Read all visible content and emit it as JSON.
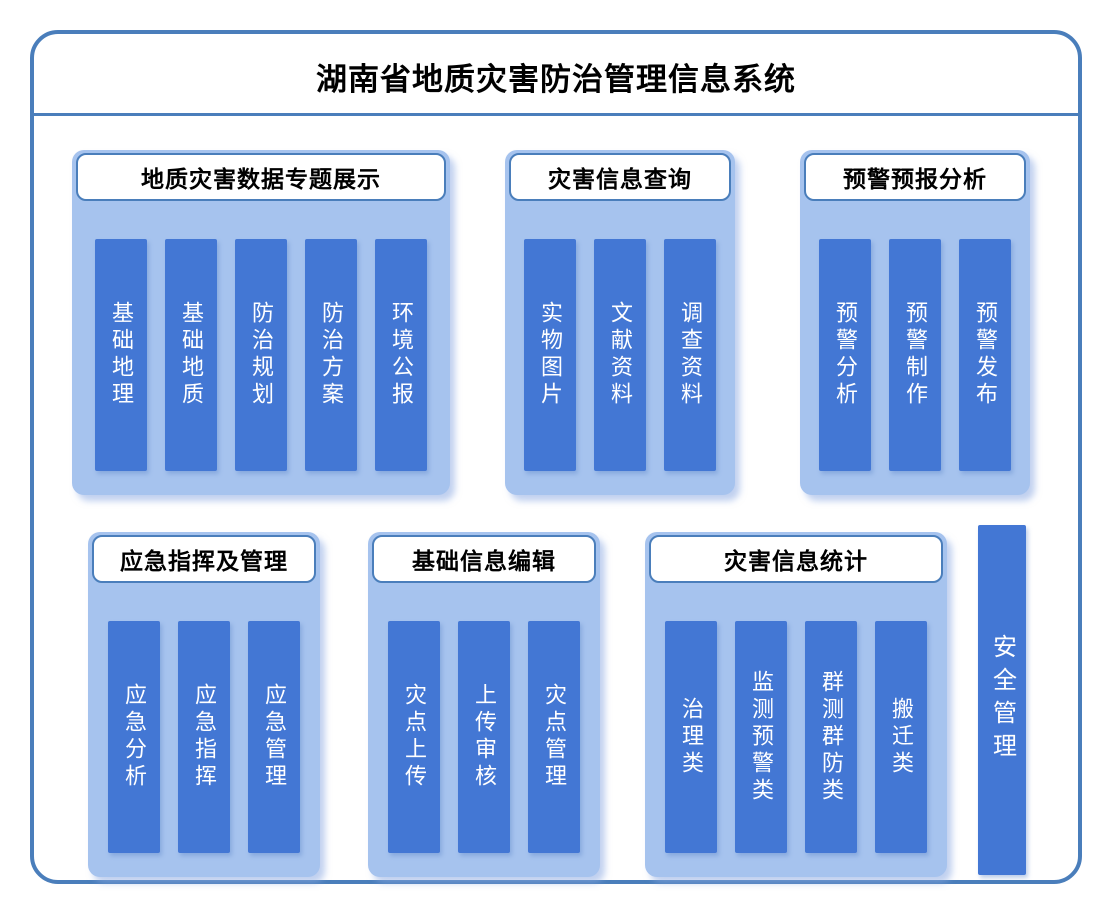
{
  "title": "湖南省地质灾害防治管理信息系统",
  "colors": {
    "frame_border": "#4a7ebb",
    "group_fill": "#a6c3ee",
    "bar_fill": "#4377d4",
    "bar_text": "#ffffff"
  },
  "groups": [
    {
      "title": "地质灾害数据专题展示",
      "items": [
        "基础地理",
        "基础地质",
        "防治规划",
        "防治方案",
        "环境公报"
      ]
    },
    {
      "title": "灾害信息查询",
      "items": [
        "实物图片",
        "文献资料",
        "调查资料"
      ]
    },
    {
      "title": "预警预报分析",
      "items": [
        "预警分析",
        "预警制作",
        "预警发布"
      ]
    },
    {
      "title": "应急指挥及管理",
      "items": [
        "应急分析",
        "应急指挥",
        "应急管理"
      ]
    },
    {
      "title": "基础信息编辑",
      "items": [
        "灾点上传",
        "上传审核",
        "灾点管理"
      ]
    },
    {
      "title": "灾害信息统计",
      "items": [
        "治理类",
        "监测预警类",
        "群测群防类",
        "搬迁类"
      ]
    }
  ],
  "side_bar": {
    "label": "安全管理"
  }
}
